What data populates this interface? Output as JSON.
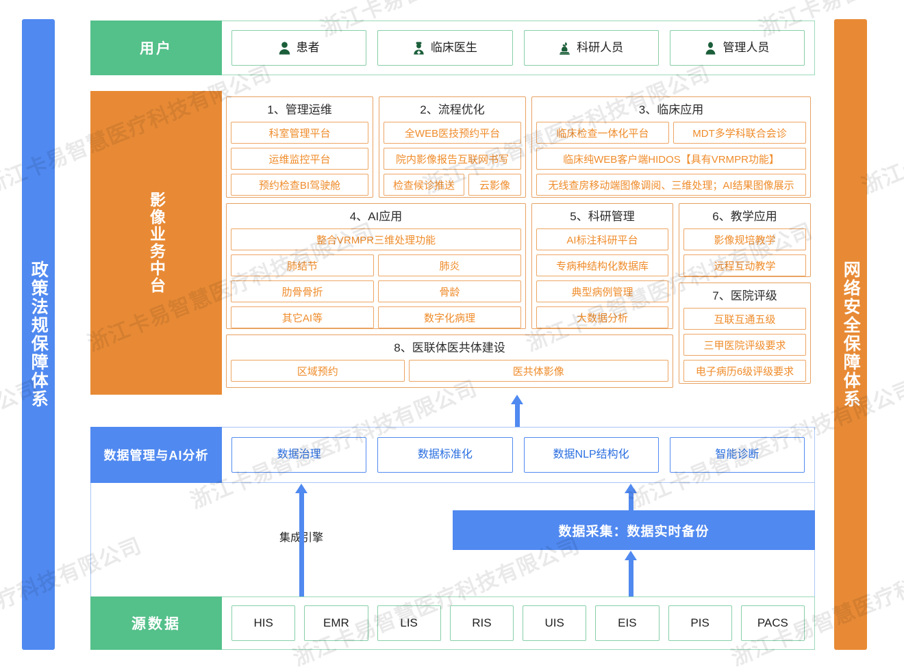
{
  "pillars": {
    "left": "政策法规保障体系",
    "right": "网络安全保障体系"
  },
  "watermark": "浙江卡易智慧医疗科技有限公司",
  "colors": {
    "green": "#54c08a",
    "blue": "#5089f0",
    "orange": "#e88a35",
    "orange_text": "#ef8c2b"
  },
  "user_row": {
    "label": "用户",
    "items": [
      {
        "label": "患者",
        "icon": "person-icon"
      },
      {
        "label": "临床医生",
        "icon": "doctor-icon"
      },
      {
        "label": "科研人员",
        "icon": "microscope-icon"
      },
      {
        "label": "管理人员",
        "icon": "manager-icon"
      }
    ]
  },
  "middle": {
    "label": "影像业务中台",
    "groups": [
      {
        "title": "1、管理运维",
        "rows": [
          [
            "科室管理平台"
          ],
          [
            "运维监控平台"
          ],
          [
            "预约检查BI驾驶舱"
          ]
        ]
      },
      {
        "title": "2、流程优化",
        "rows": [
          [
            "全WEB医技预约平台"
          ],
          [
            "院内影像报告互联网书写"
          ],
          [
            "检查候诊推送",
            "云影像"
          ]
        ]
      },
      {
        "title": "3、临床应用",
        "rows": [
          [
            "临床检查一体化平台",
            "MDT多学科联合会诊"
          ],
          [
            "临床纯WEB客户端HIDOS【具有VRMPR功能】"
          ],
          [
            "无线查房移动端图像调阅、三维处理；AI结果图像展示"
          ]
        ]
      },
      {
        "title": "4、AI应用",
        "rows": [
          [
            "整合VRMPR三维处理功能"
          ],
          [
            "肺结节",
            "肺炎"
          ],
          [
            "肋骨骨折",
            "骨龄"
          ],
          [
            "其它AI等",
            "数字化病理"
          ]
        ]
      },
      {
        "title": "5、科研管理",
        "rows": [
          [
            "AI标注科研平台"
          ],
          [
            "专病种结构化数据库"
          ],
          [
            "典型病例管理"
          ],
          [
            "大数据分析"
          ]
        ]
      },
      {
        "title": "6、教学应用",
        "rows": [
          [
            "影像规培教学"
          ],
          [
            "远程互动教学"
          ]
        ]
      },
      {
        "title": "7、医院评级",
        "rows": [
          [
            "互联互通五级"
          ],
          [
            "三甲医院评级要求"
          ],
          [
            "电子病历6级评级要求"
          ]
        ]
      },
      {
        "title": "8、医联体医共体建设",
        "rows": [
          [
            "区域预约",
            "医共体影像"
          ]
        ]
      }
    ]
  },
  "data_mgmt": {
    "label": "数据管理与AI分析",
    "items": [
      "数据治理",
      "数据标准化",
      "数据NLP结构化",
      "智能诊断"
    ]
  },
  "connector": {
    "engine_label": "集成引擎",
    "collect_label": "数据采集：数据实时备份"
  },
  "source_row": {
    "label": "源数据",
    "items": [
      "HIS",
      "EMR",
      "LIS",
      "RIS",
      "UIS",
      "EIS",
      "PIS",
      "PACS"
    ]
  }
}
